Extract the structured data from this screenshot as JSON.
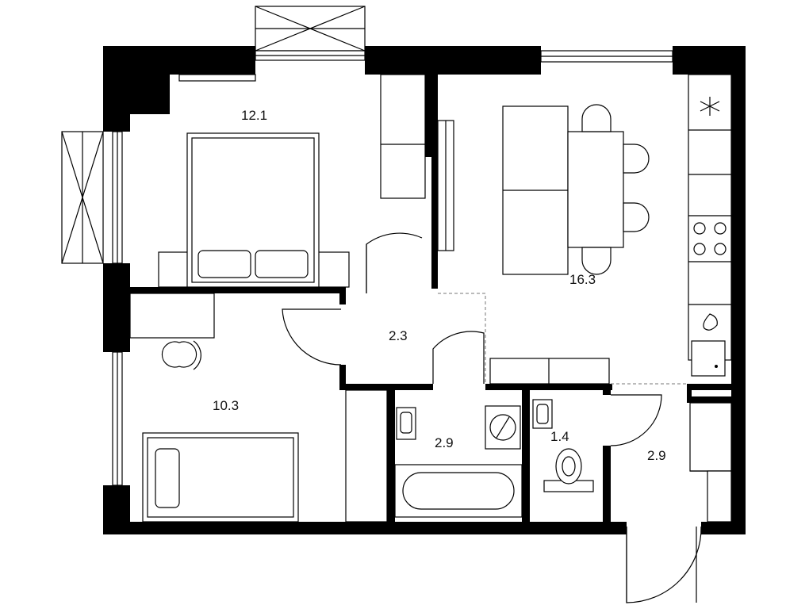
{
  "rooms": [
    {
      "id": "bedroom",
      "area": "12.1"
    },
    {
      "id": "kitchen-living",
      "area": "16.3"
    },
    {
      "id": "hallway",
      "area": "2.3"
    },
    {
      "id": "children-room",
      "area": "10.3"
    },
    {
      "id": "bathroom",
      "area": "2.9"
    },
    {
      "id": "toilet",
      "area": "1.4"
    },
    {
      "id": "entrance",
      "area": "2.9"
    }
  ],
  "colors": {
    "wall": "#000000",
    "background": "#ffffff",
    "line": "#000000",
    "dash": "#777777"
  },
  "icons": [
    "bed-icon",
    "single-bed-icon",
    "sofa-icon",
    "dining-table-icon",
    "chair-icon",
    "fridge-icon",
    "stove-icon",
    "kitchen-sink-icon",
    "washbasin-icon",
    "bathtub-icon",
    "toilet-icon",
    "washing-machine-icon",
    "desk-icon",
    "wardrobe-icon"
  ]
}
